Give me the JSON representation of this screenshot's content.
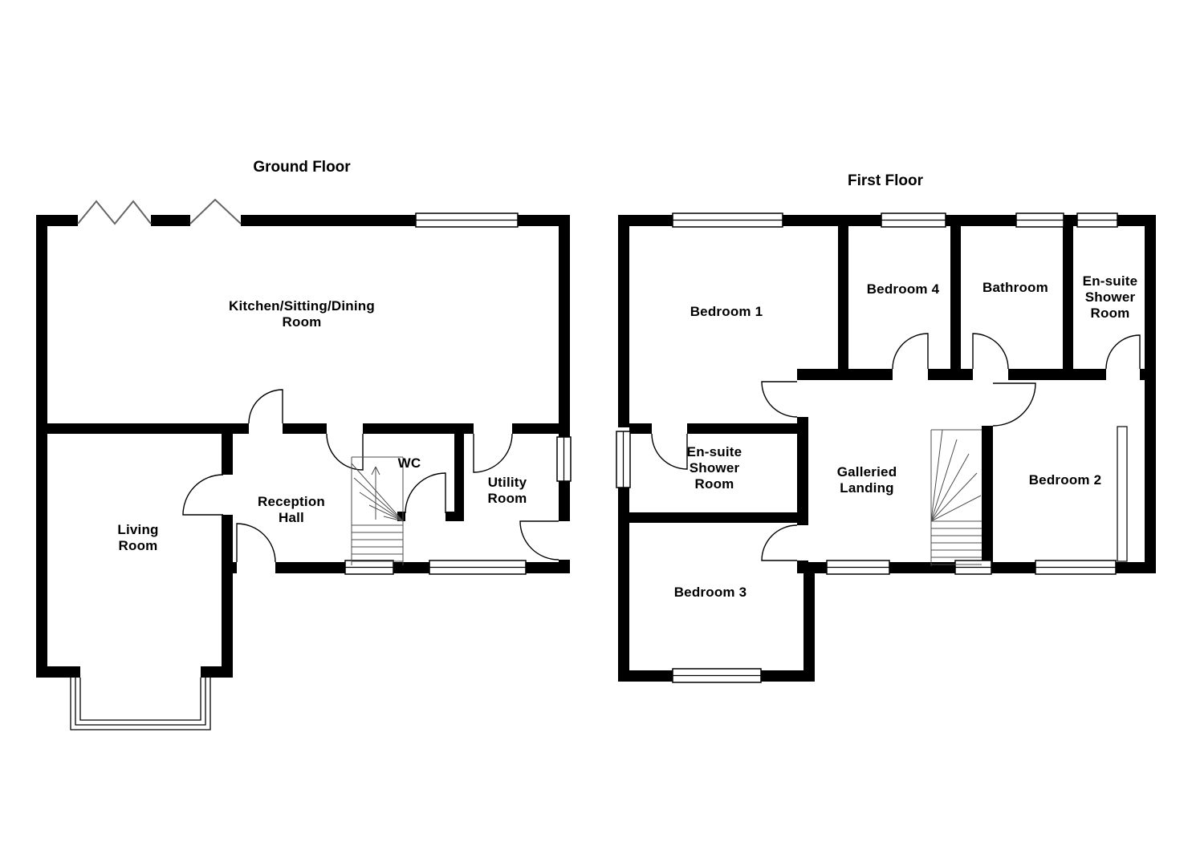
{
  "document": {
    "type": "floorplan",
    "background": "#ffffff"
  },
  "colors": {
    "wall": "#000000",
    "thin_line": "#4d4d4d",
    "text": "#000000"
  },
  "ground_floor": {
    "title": "Ground Floor",
    "rooms": {
      "kitchen": "Kitchen/Sitting/Dining\nRoom",
      "living": "Living\nRoom",
      "reception": "Reception\nHall",
      "wc": "WC",
      "utility": "Utility\nRoom"
    }
  },
  "first_floor": {
    "title": "First Floor",
    "rooms": {
      "bedroom1": "Bedroom 1",
      "bedroom4": "Bedroom 4",
      "bathroom": "Bathroom",
      "ensuite_top": "En-suite\nShower\nRoom",
      "ensuite_mid": "En-suite\nShower\nRoom",
      "landing": "Galleried\nLanding",
      "bedroom2": "Bedroom 2",
      "bedroom3": "Bedroom 3"
    }
  }
}
